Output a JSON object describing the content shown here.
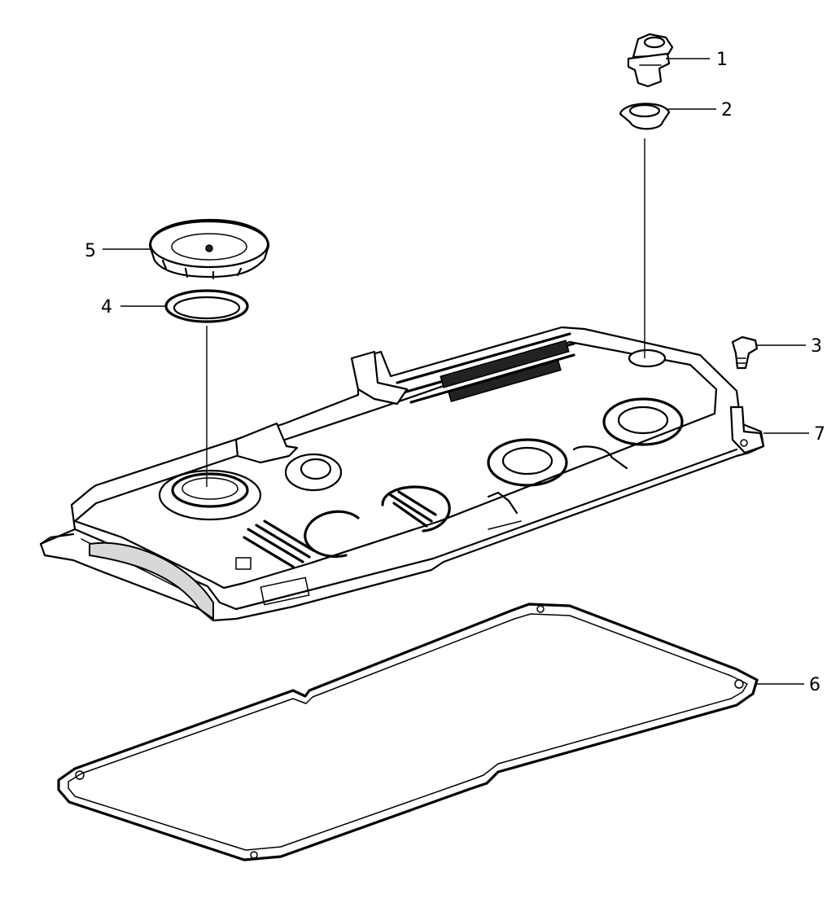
{
  "diagram": {
    "callouts": [
      {
        "id": "1",
        "label": "1",
        "part": "bolt-cap"
      },
      {
        "id": "2",
        "label": "2",
        "part": "grommet"
      },
      {
        "id": "3",
        "label": "3",
        "part": "bolt"
      },
      {
        "id": "4",
        "label": "4",
        "part": "o-ring"
      },
      {
        "id": "5",
        "label": "5",
        "part": "oil-filler-cap"
      },
      {
        "id": "6",
        "label": "6",
        "part": "cover-gasket"
      },
      {
        "id": "7",
        "label": "7",
        "part": "cylinder-head-cover"
      }
    ],
    "colors": {
      "line": "#000000",
      "background": "#ffffff",
      "shade": "#d8d8d8"
    }
  }
}
